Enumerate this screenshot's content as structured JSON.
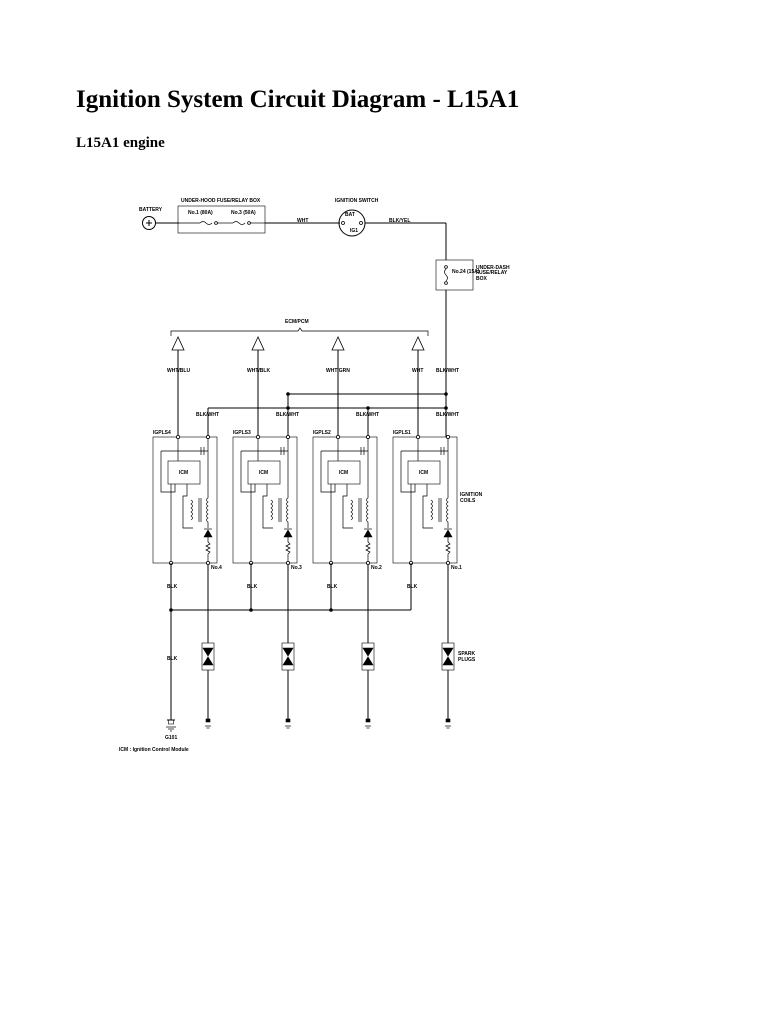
{
  "page": {
    "title": "Ignition System Circuit Diagram - L15A1",
    "subtitle": "L15A1 engine"
  },
  "diagram": {
    "battery_label": "BATTERY",
    "fusebox_label": "UNDER-HOOD FUSE/RELAY BOX",
    "fuse1_label": "No.1 (80A)",
    "fuse2_label": "No.3 (50A)",
    "ignition_switch_label": "IGNITION SWITCH",
    "switch_bat_label": "BAT",
    "switch_ig1_label": "IG1",
    "wire_wht": "WHT",
    "wire_blk_yel": "BLK/YEL",
    "underdash_fuse_label": "No.24 (15A)",
    "underdash_box_label": [
      "UNDER-DASH",
      "FUSE/RELAY",
      "BOX"
    ],
    "ecm_label": "ECM/PCM",
    "ecm_wires": [
      "WHT/BLU",
      "WHT/BLK",
      "WHT/GRN",
      "WHT",
      "BLK/WHT"
    ],
    "coil_feed_wire": "BLK/WHT",
    "coil_names": [
      "IGPLS4",
      "IGPLS3",
      "IGPLS2",
      "IGPLS1"
    ],
    "icm_label": "ICM",
    "coil_numbers": [
      "No.4",
      "No.3",
      "No.2",
      "No.1"
    ],
    "ignition_coils_label": [
      "IGNITION",
      "COILS"
    ],
    "ground_wire": "BLK",
    "spark_plugs_label": [
      "SPARK",
      "PLUGS"
    ],
    "ground_label": "G101",
    "footnote": "ICM : Ignition Control Module"
  }
}
